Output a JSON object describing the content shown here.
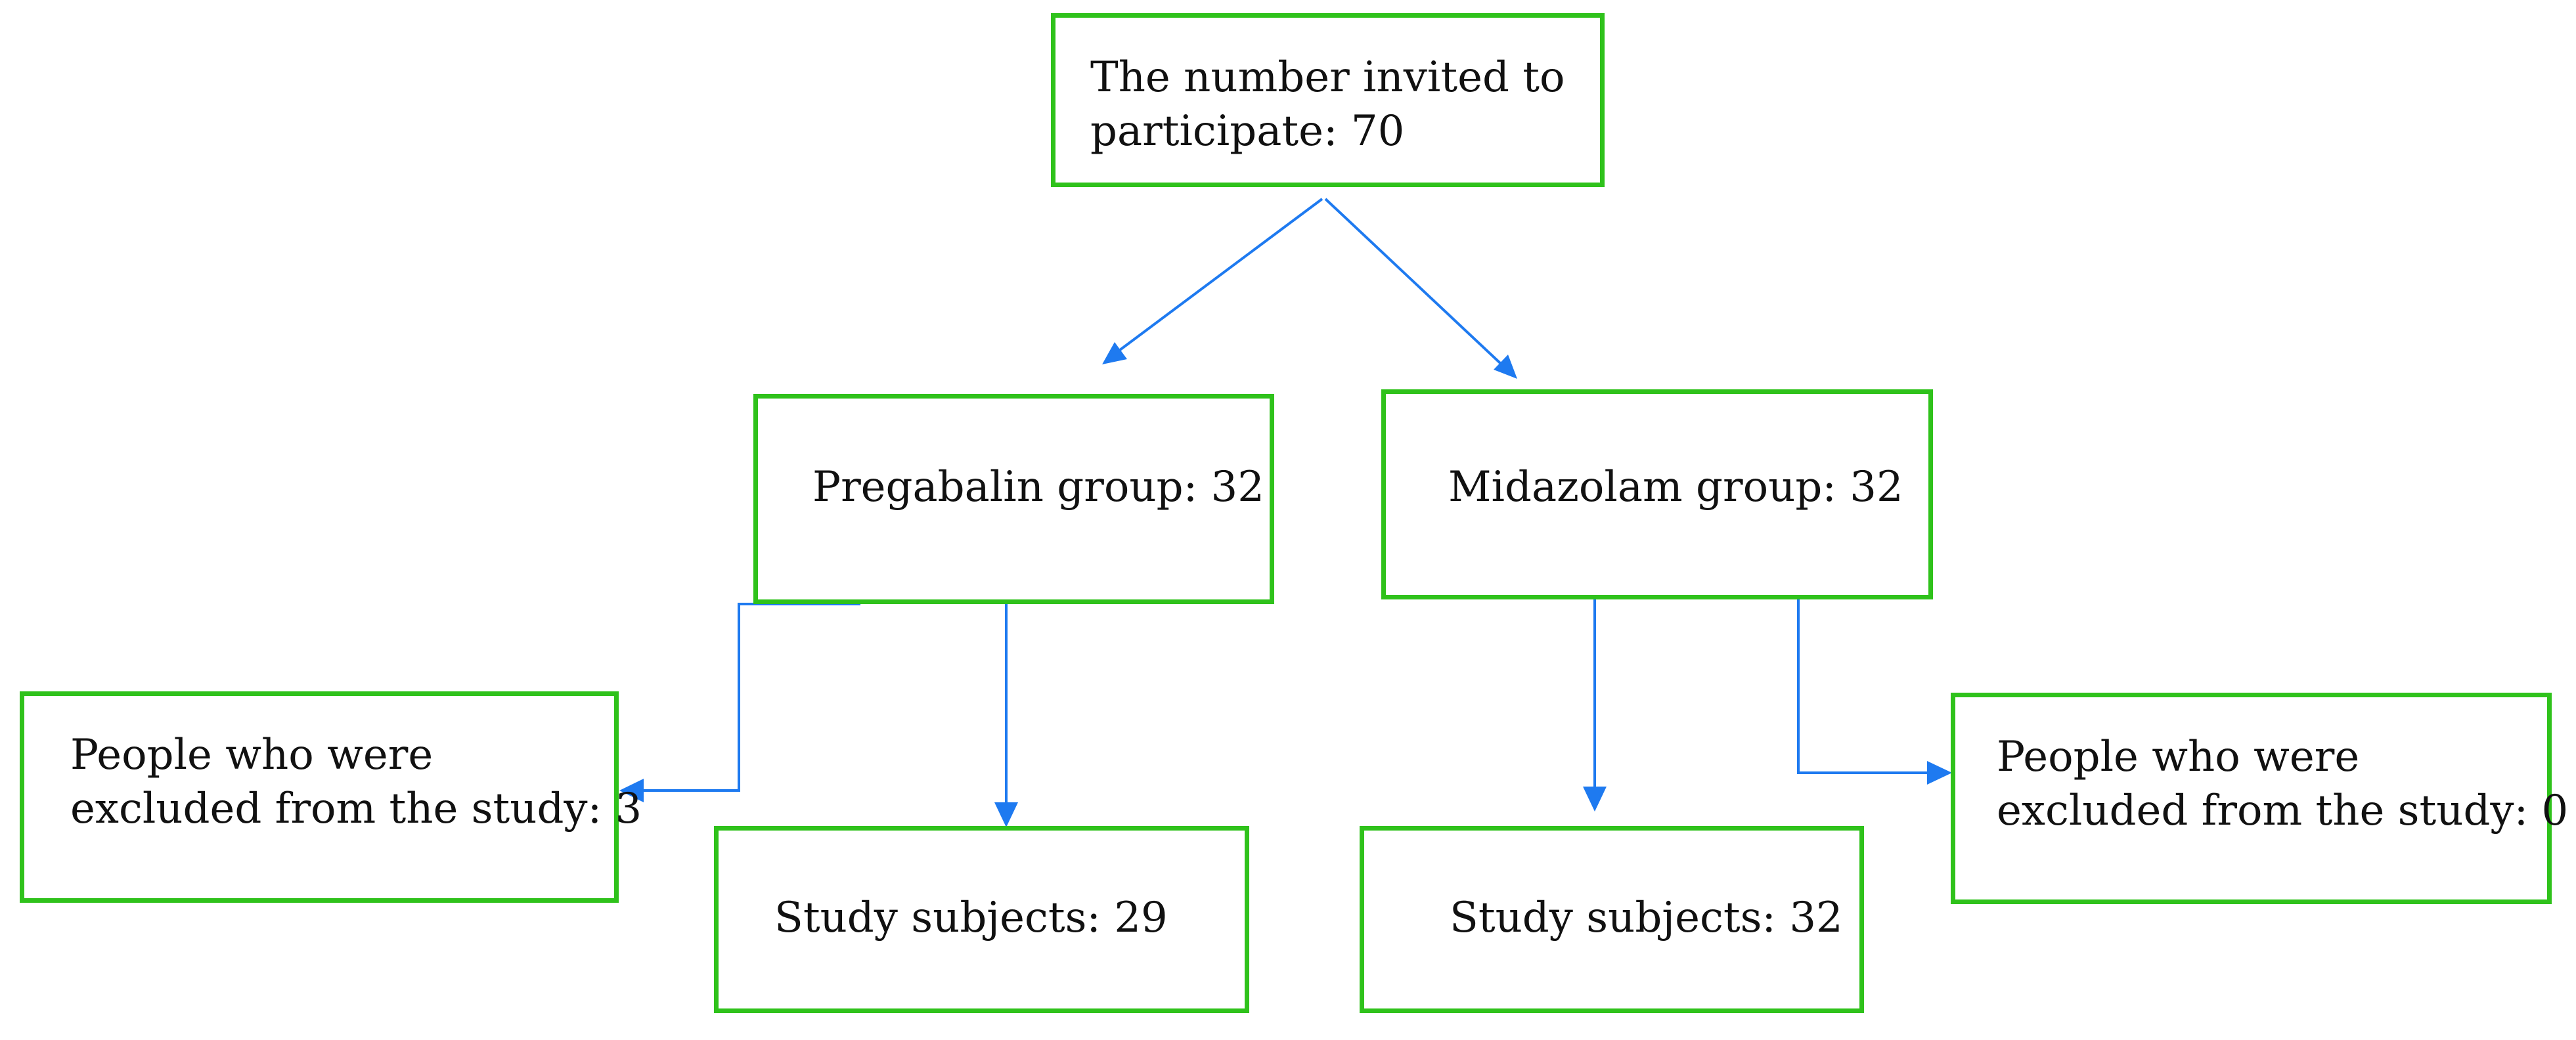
{
  "boxes": {
    "invited": {
      "line1": "The number invited to",
      "line2": "participate: 70"
    },
    "pregabalin_group": {
      "label": "Pregabalin group: 32"
    },
    "midazolam_group": {
      "label": "Midazolam group: 32"
    },
    "pregabalin_excluded": {
      "line1": "People who were",
      "line2": "excluded from the study: 3"
    },
    "pregabalin_subjects": {
      "label": "Study subjects: 29"
    },
    "midazolam_subjects": {
      "label": "Study subjects: 32"
    },
    "midazolam_excluded": {
      "line1": "People who were",
      "line2": "excluded from the study: 0"
    }
  },
  "colors": {
    "box_border": "#2fc21b",
    "arrow": "#1e7af0",
    "text": "#111111"
  }
}
